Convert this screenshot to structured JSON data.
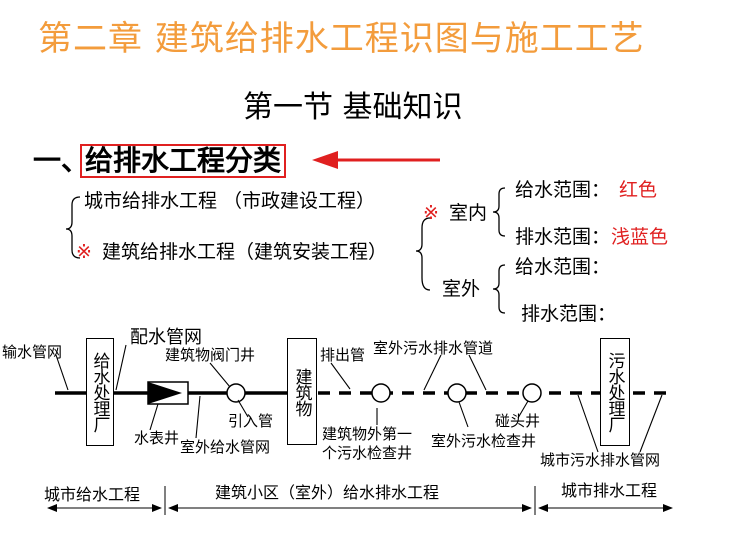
{
  "chapter_title": "第二章  建筑给排水工程识图与施工工艺",
  "section_title": "第一节  基础知识",
  "heading": {
    "prefix": "一、",
    "boxed_label": "给排水工程分类"
  },
  "classification": {
    "city": "城市给排水工程  （市政建设工程）",
    "building_mark": "※",
    "building": "建筑给排水工程（建筑安装工程）",
    "indoor_mark": "※",
    "indoor": "室内",
    "outdoor": "室外",
    "indoor_supply_label": "给水范围：",
    "indoor_supply_value": "红色",
    "indoor_drain_label": "排水范围：",
    "indoor_drain_value": "浅蓝色",
    "outdoor_supply_label": "给水范围：",
    "outdoor_drain_label": "排水范围："
  },
  "diagram": {
    "supply_network": "输水管网",
    "water_plant": "给水处理厂",
    "distribution_network": "配水管网",
    "valve_well": "建筑物阀门井",
    "meter_well": "水表井",
    "outdoor_supply_pipe": "室外给水管网",
    "inlet_pipe": "引入管",
    "building": "建筑物",
    "outlet_pipe": "排出管",
    "outdoor_sewer_pipe": "室外污水排水管道",
    "first_manhole": "建筑物外第一个污水检查井",
    "sewer_manhole": "室外污水检查井",
    "junction_well": "碰头井",
    "sewage_plant": "污水处理厂",
    "city_sewer_network": "城市污水排水管网"
  },
  "ranges": {
    "left": "城市给水工程",
    "middle": "建筑小区（室外）给水排水工程",
    "right": "城市排水工程"
  },
  "colors": {
    "chapter": "#f39c3c",
    "highlight": "#e02020"
  }
}
